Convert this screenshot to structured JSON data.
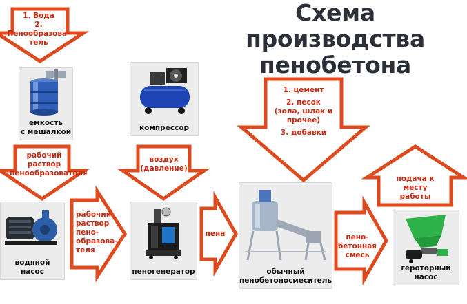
{
  "title": {
    "line1": "Схема производства",
    "line2": "пенобетона"
  },
  "colors": {
    "arrow_fill": "#ffffff",
    "arrow_stroke": "#dd4a1e",
    "label_text": "#c9290f",
    "title_text": "#2b2f38",
    "box_bg": "#ececec"
  },
  "inputs": {
    "water_foam": {
      "line1": "1. Вода",
      "line2": "2. Пенообразова-",
      "line3": "тель"
    },
    "solution": {
      "line1": "рабочий",
      "line2": "раствор",
      "line3": "пенообразователя"
    },
    "air": {
      "line1": "воздух",
      "line2": "(давление)"
    },
    "materials": {
      "line1": "1. цемент",
      "line2": "2. песок",
      "line3": "(зола, шлак и",
      "line4": "прочее)",
      "line5": "3. добавки"
    }
  },
  "flows": {
    "solution_to_generator": {
      "line1": "рабочий",
      "line2": "раствор",
      "line3": "пено-",
      "line4": "образова-",
      "line5": "теля"
    },
    "foam": {
      "line1": "пена"
    },
    "mix": {
      "line1": "пено-",
      "line2": "бетонная",
      "line3": "смесь"
    },
    "delivery": {
      "line1": "подача к",
      "line2": "месту",
      "line3": "работы"
    }
  },
  "equipment": {
    "tank": {
      "line1": "емкость",
      "line2": "с мешалкой"
    },
    "compressor": {
      "line1": "компрессор"
    },
    "pump": {
      "line1": "водяной",
      "line2": "насос"
    },
    "foam_generator": {
      "line1": "пеногенератор"
    },
    "mixer": {
      "line1": "обычный",
      "line2": "пенобетоносмеситель"
    },
    "gerotor_pump": {
      "line1": "геротoрный",
      "line2": "насос"
    }
  }
}
